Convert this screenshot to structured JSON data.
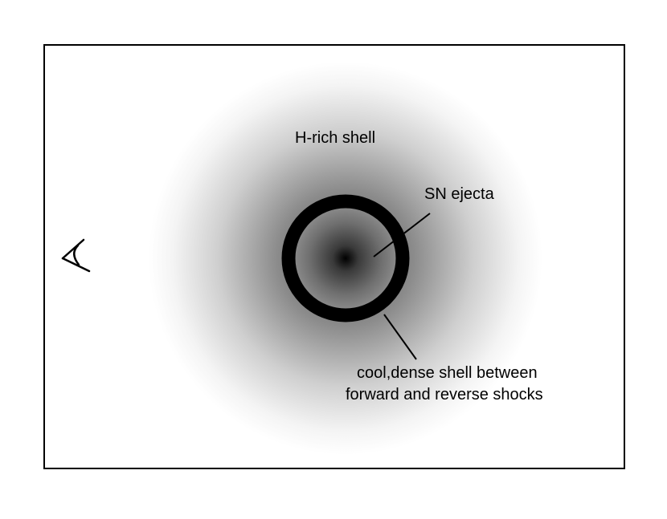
{
  "diagram": {
    "labels": {
      "h_rich_shell": "H-rich shell",
      "sn_ejecta": "SN ejecta",
      "cool_dense_shell_line1": "cool,dense shell between",
      "cool_dense_shell_line2": "forward and reverse shocks"
    },
    "icons": {
      "observer": "eye-icon"
    },
    "colors": {
      "frame": "#000000",
      "dense_shell": "#000000",
      "halo_center": "#4d4d4d",
      "ejecta_center": "#000000",
      "ejecta_edge": "#8a8a8a",
      "background": "#ffffff"
    }
  }
}
